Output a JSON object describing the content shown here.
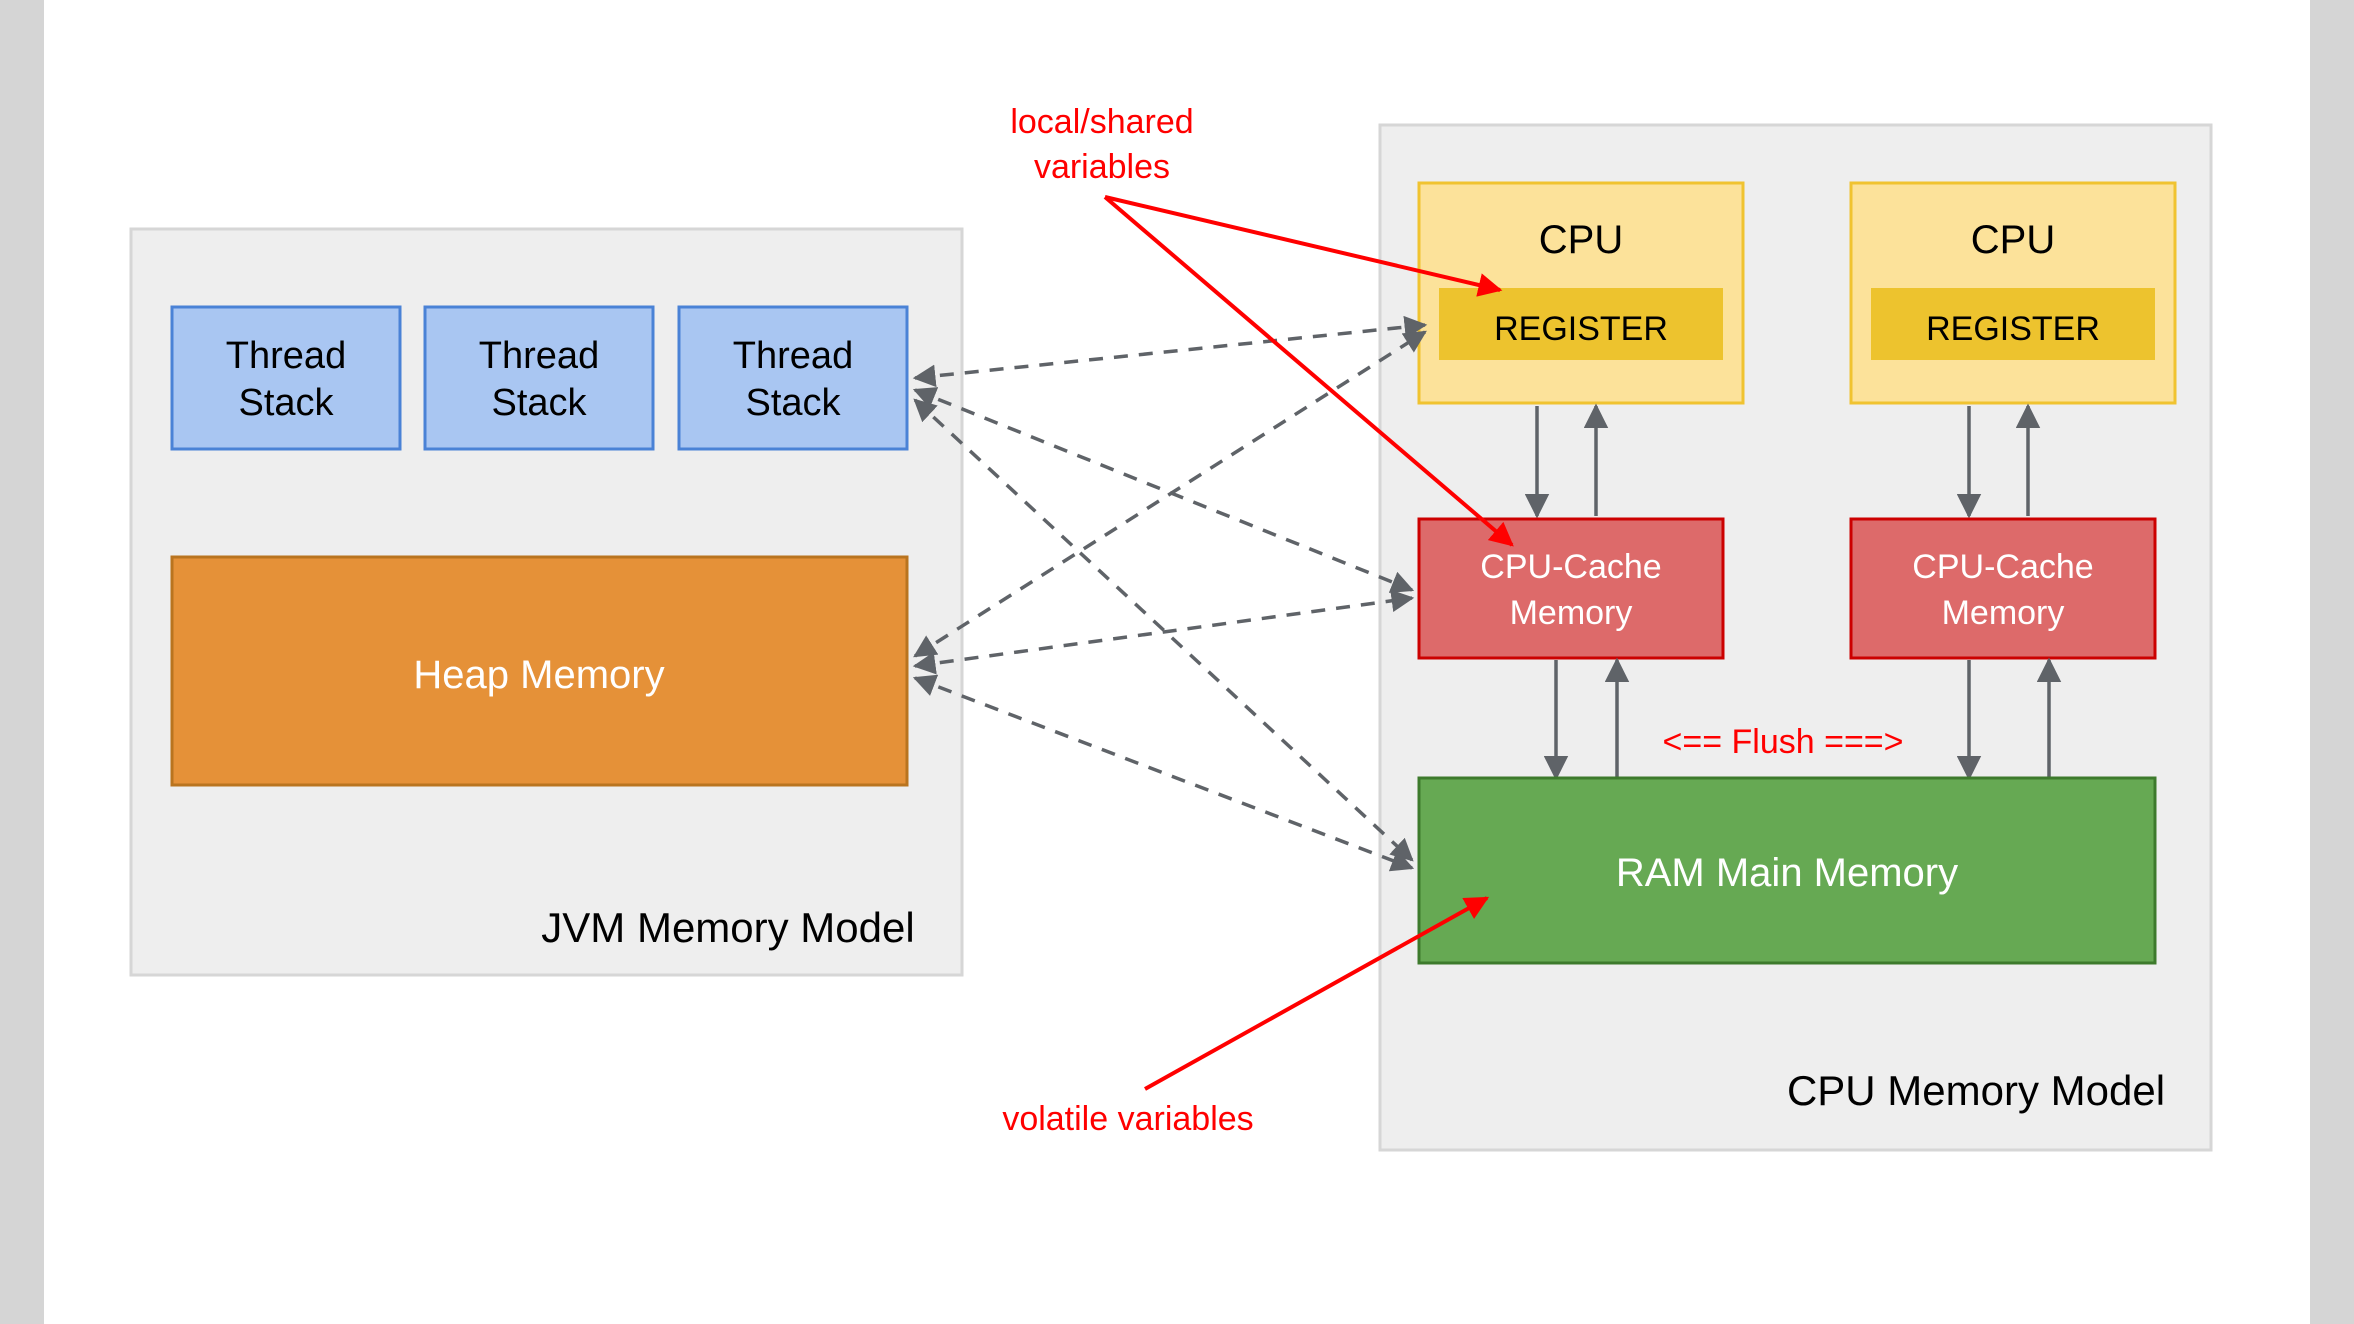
{
  "diagram": {
    "title_jvm": "JVM Memory Model",
    "title_cpu": "CPU Memory Model",
    "jvm_panel": {
      "label": "JVM Memory Model",
      "thread_stacks": [
        {
          "line1": "Thread",
          "line2": "Stack"
        },
        {
          "line1": "Thread",
          "line2": "Stack"
        },
        {
          "line1": "Thread",
          "line2": "Stack"
        }
      ],
      "heap": {
        "label": "Heap Memory"
      }
    },
    "cpu_panel": {
      "label": "CPU Memory Model",
      "cpus": [
        {
          "label": "CPU",
          "register": "REGISTER",
          "cache_line1": "CPU-Cache",
          "cache_line2": "Memory"
        },
        {
          "label": "CPU",
          "register": "REGISTER",
          "cache_line1": "CPU-Cache",
          "cache_line2": "Memory"
        }
      ],
      "ram": {
        "label": "RAM Main Memory"
      },
      "flush": {
        "label": "<== Flush ===>"
      }
    },
    "annotations": {
      "local_shared_line1": "local/shared",
      "local_shared_line2": "variables",
      "volatile": "volatile variables"
    },
    "colors": {
      "panel_fill": "#eeeeee",
      "panel_stroke": "#d6d6d6",
      "thread_fill": "#a9c6f2",
      "thread_stroke": "#4a82d6",
      "heap_fill": "#e59138",
      "heap_stroke": "#b9741f",
      "cpu_fill": "#fce29a",
      "cpu_stroke": "#f0c330",
      "register_fill": "#edc32e",
      "cache_fill": "#dd6a6a",
      "cache_stroke": "#cc0000",
      "ram_fill": "#66a953",
      "ram_stroke": "#3d7a2c",
      "annotation_red": "#ff0000",
      "connector_gray": "#5f6368",
      "text_dark": "#000000",
      "text_light": "#ffffff"
    }
  }
}
